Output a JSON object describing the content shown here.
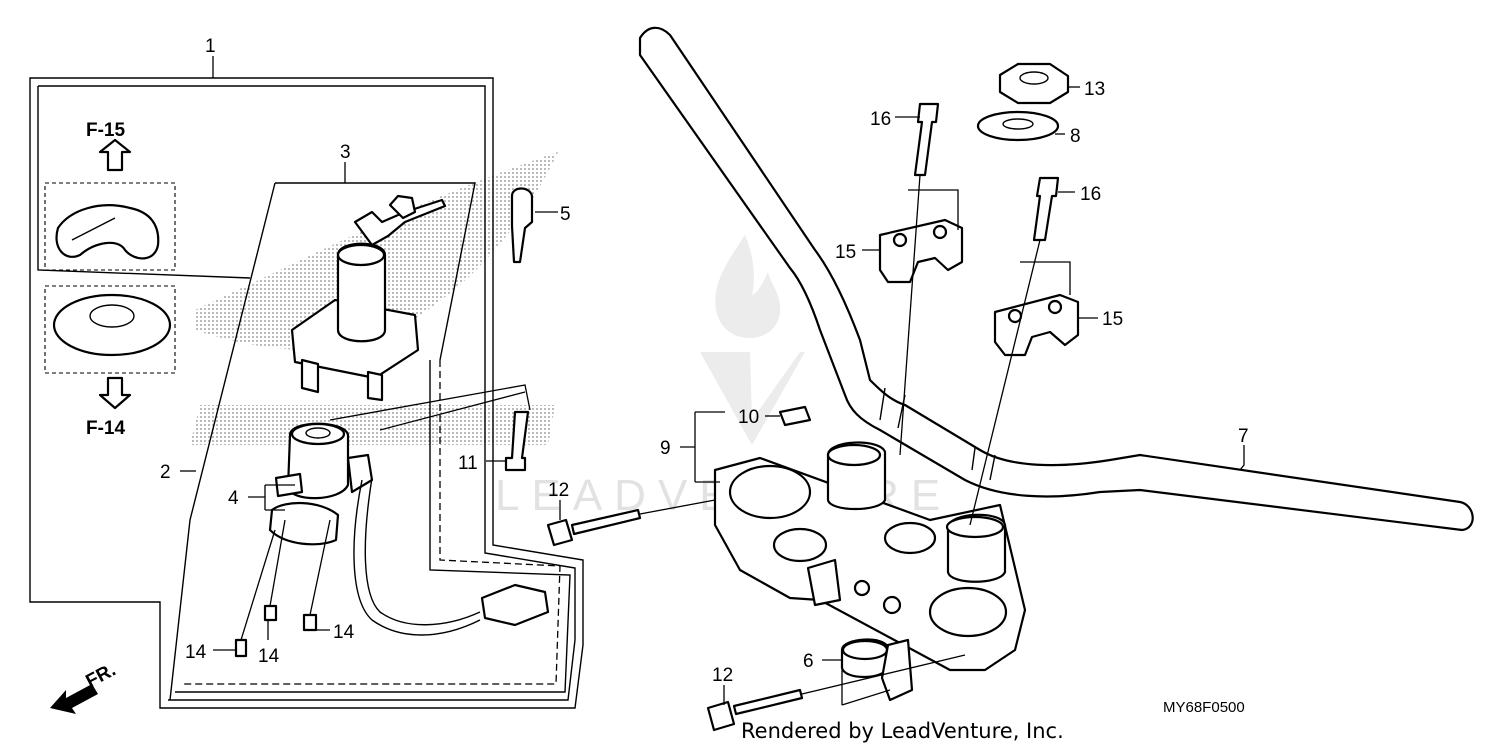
{
  "drawing_code": "MY68F0500",
  "footer": "Rendered by LeadVenture, Inc.",
  "watermark": "LEADVENTURE",
  "front_marker": "FR.",
  "ref_up": "F-15",
  "ref_down": "F-14",
  "callouts": {
    "c1": "1",
    "c2": "2",
    "c3": "3",
    "c4": "4",
    "c5": "5",
    "c6": "6",
    "c7": "7",
    "c8": "8",
    "c9": "9",
    "c10": "10",
    "c11": "11",
    "c12a": "12",
    "c12b": "12",
    "c13": "13",
    "c14a": "14",
    "c14b": "14",
    "c14c": "14",
    "c15a": "15",
    "c15b": "15",
    "c16a": "16",
    "c16b": "16"
  },
  "colors": {
    "line": "#000000",
    "background": "#ffffff",
    "watermark": "#e2e2e2",
    "halftone": "#9a9a9a"
  }
}
